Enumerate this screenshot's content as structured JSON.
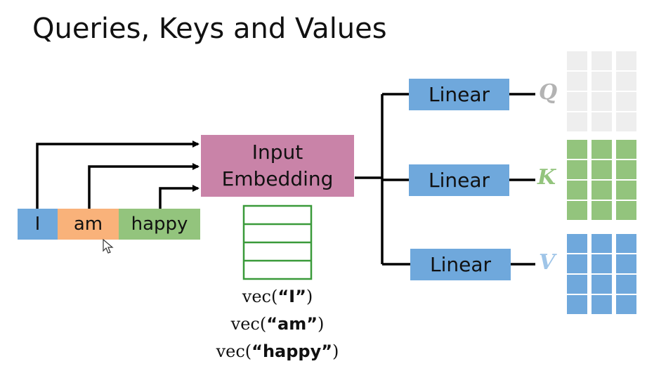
{
  "title": "Queries, Keys and Values",
  "tokens": [
    {
      "text": "I",
      "color": "#6fa8dc"
    },
    {
      "text": "am",
      "color": "#f9b27a"
    },
    {
      "text": "happy",
      "color": "#93c47d"
    }
  ],
  "embedding_label_line1": "Input",
  "embedding_label_line2": "Embedding",
  "embedding_color": "#c983a8",
  "linear_label": "Linear",
  "linear_color": "#6fa8dc",
  "outputs": [
    {
      "symbol": "Q",
      "color": "#b3b3b3",
      "matrix_color": "#eeeeee"
    },
    {
      "symbol": "K",
      "color": "#93c47d",
      "matrix_color": "#93c47d"
    },
    {
      "symbol": "V",
      "color": "#9fc5e8",
      "matrix_color": "#6fa8dc"
    }
  ],
  "vec_labels": [
    {
      "prefix": "vec(",
      "word": "“I”",
      "suffix": ")"
    },
    {
      "prefix": "vec(",
      "word": "“am”",
      "suffix": ")"
    },
    {
      "prefix": "vec(",
      "word": "“happy”",
      "suffix": ")"
    }
  ],
  "embedding_grid_color": "#3a9a3a",
  "line_color": "#000000"
}
